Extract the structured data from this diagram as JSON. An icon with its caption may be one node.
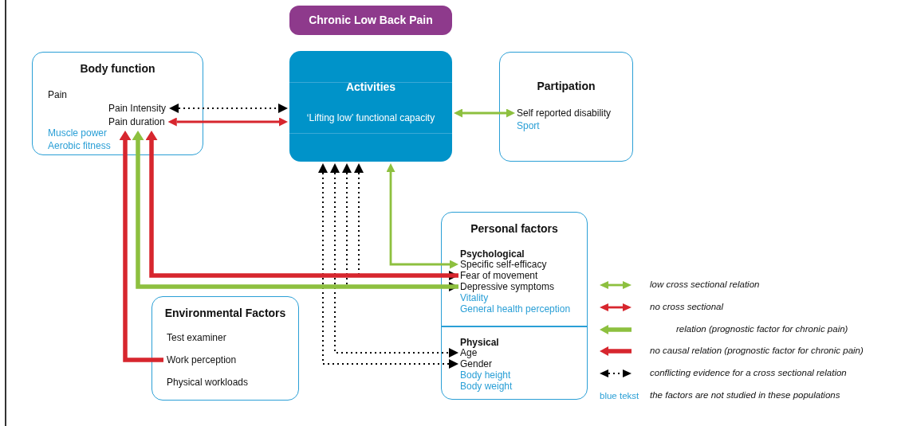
{
  "diagram": {
    "nodes": [
      {
        "text": [
          "Chronic Low Back Pain"
        ]
      },
      {
        "text": [
          "Body function"
        ]
      },
      {
        "text": [
          "Pain"
        ],
        "in": 1
      },
      {
        "text": [
          "Pain Intensity"
        ],
        "in": 1
      },
      {
        "text": [
          "Pain duration"
        ],
        "in": 1
      },
      {
        "text": [
          "Muscle power"
        ],
        "in": 1
      },
      {
        "text": [
          "Aerobic fitness"
        ],
        "in": 1
      },
      {
        "text": [
          "Activities",
          "‘Lifting low’ functional capacity"
        ]
      },
      {
        "text": [
          "Partipation"
        ]
      },
      {
        "text": [
          "Self reported disability"
        ],
        "in": 8
      },
      {
        "text": [
          "Sport"
        ],
        "in": 8
      },
      {
        "text": [
          "Personal factors"
        ]
      },
      {
        "text": [
          "Psychological"
        ],
        "in": 11
      },
      {
        "text": [
          "Specific self-efficacy"
        ],
        "in": 11
      },
      {
        "text": [
          "Fear of movement"
        ],
        "in": 11
      },
      {
        "text": [
          "Depressive symptoms"
        ],
        "in": 11
      },
      {
        "text": [
          "Vitality"
        ],
        "in": 11
      },
      {
        "text": [
          "General health perception"
        ],
        "in": 11
      },
      {
        "text": [
          "Physical"
        ],
        "in": 11
      },
      {
        "text": [
          "Age"
        ],
        "in": 11
      },
      {
        "text": [
          "Gender"
        ],
        "in": 11
      },
      {
        "text": [
          "Body height"
        ],
        "in": 11
      },
      {
        "text": [
          "Body weight"
        ],
        "in": 11
      },
      {
        "text": [
          "Environmental Factors"
        ]
      },
      {
        "text": [
          "Test examiner"
        ],
        "in": 23
      },
      {
        "text": [
          "Work perception"
        ],
        "in": 23
      },
      {
        "text": [
          "Physical workloads"
        ],
        "in": 23
      }
    ],
    "edges": [
      {
        "from": 3,
        "to": 7,
        "arrow": "both",
        "style": "dashed"
      },
      {
        "from": 4,
        "to": 7,
        "arrow": "both",
        "color": "#d7262e"
      },
      {
        "from": 7,
        "to": 9,
        "arrow": "both",
        "color": "#8dc03f"
      },
      {
        "from": 13,
        "to": 7,
        "arrow": "both",
        "color": "#8dc03f"
      },
      {
        "from": 7,
        "to": 14,
        "arrow": "both",
        "style": "dashed"
      },
      {
        "from": 7,
        "to": 15,
        "arrow": "both",
        "style": "dashed"
      },
      {
        "from": 7,
        "to": 19,
        "arrow": "both",
        "style": "dashed"
      },
      {
        "from": 7,
        "to": 20,
        "arrow": "both",
        "style": "dashed"
      },
      {
        "from": 14,
        "to": 4,
        "arrow": "to",
        "style": "thick",
        "color": "#d7262e"
      },
      {
        "from": 15,
        "to": 4,
        "arrow": "to",
        "style": "thick",
        "color": "#8dc03f"
      },
      {
        "from": 25,
        "to": 4,
        "arrow": "to",
        "style": "thick",
        "color": "#d7262e"
      }
    ],
    "labels": [
      "blue tekst"
    ],
    "legend": [
      {
        "text": "low cross sectional relation"
      },
      {
        "text": "no cross sectional"
      },
      {
        "text": "relation (prognostic factor for chronic pain)"
      },
      {
        "text": "no causal relation (prognostic factor for chronic pain)"
      },
      {
        "text": "conflicting evidence for a cross sectional relation"
      },
      {
        "text": "the factors are not studied in these populations"
      }
    ]
  }
}
